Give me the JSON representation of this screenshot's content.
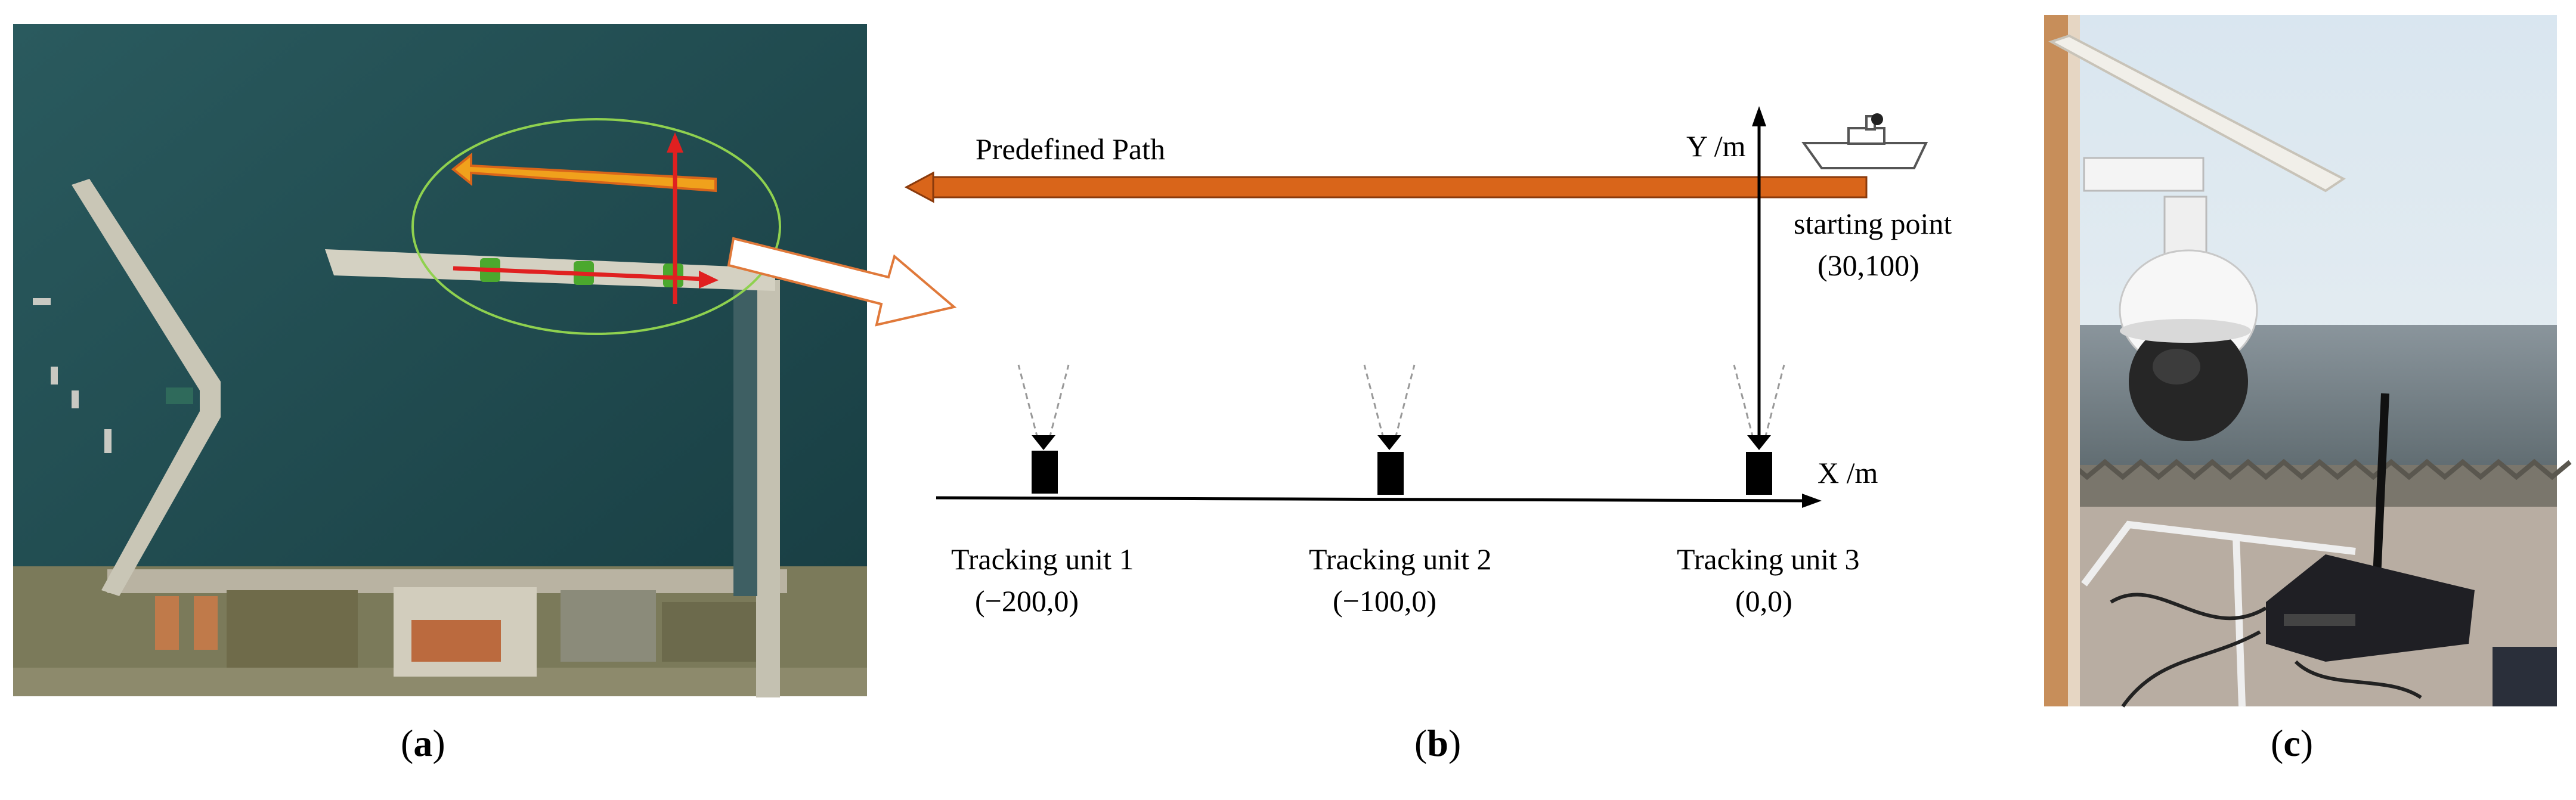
{
  "panel_b": {
    "path_label": "Predefined Path",
    "y_axis_label": "Y /m",
    "x_axis_label": "X /m",
    "start_label": "starting point",
    "start_coord": "(30,100)",
    "units": [
      {
        "name": "Tracking unit 1",
        "coord": "(−200,0)"
      },
      {
        "name": "Tracking unit 2",
        "coord": "(−100,0)"
      },
      {
        "name": "Tracking unit 3",
        "coord": "(0,0)"
      }
    ]
  },
  "captions": {
    "a": "a",
    "b": "b",
    "c": "c"
  },
  "colors": {
    "path_orange": "#d9651a",
    "arrow_red": "#e02020",
    "ellipse_green": "#8fd14f",
    "sea": "#1f4a4f"
  }
}
